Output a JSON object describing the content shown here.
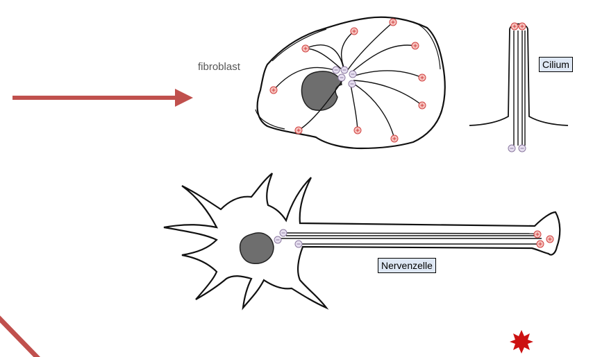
{
  "labels": {
    "fibroblast": "fibroblast",
    "cilium": "Cilium",
    "nerve_cell": "Nervenzelle"
  },
  "colors": {
    "arrow": "#c0504d",
    "plus_end_stroke": "#d04040",
    "plus_end_fill": "#f7c4bf",
    "minus_end_stroke": "#8c7aa0",
    "minus_end_fill": "#e6dff0",
    "nucleus": "#6e6e6e",
    "label_box_fill": "#dfe8f5",
    "star": "#cc1111"
  },
  "icons": {
    "plus_marker": "plus-end-marker",
    "minus_marker": "minus-end-marker",
    "star": "star-burst-icon"
  }
}
